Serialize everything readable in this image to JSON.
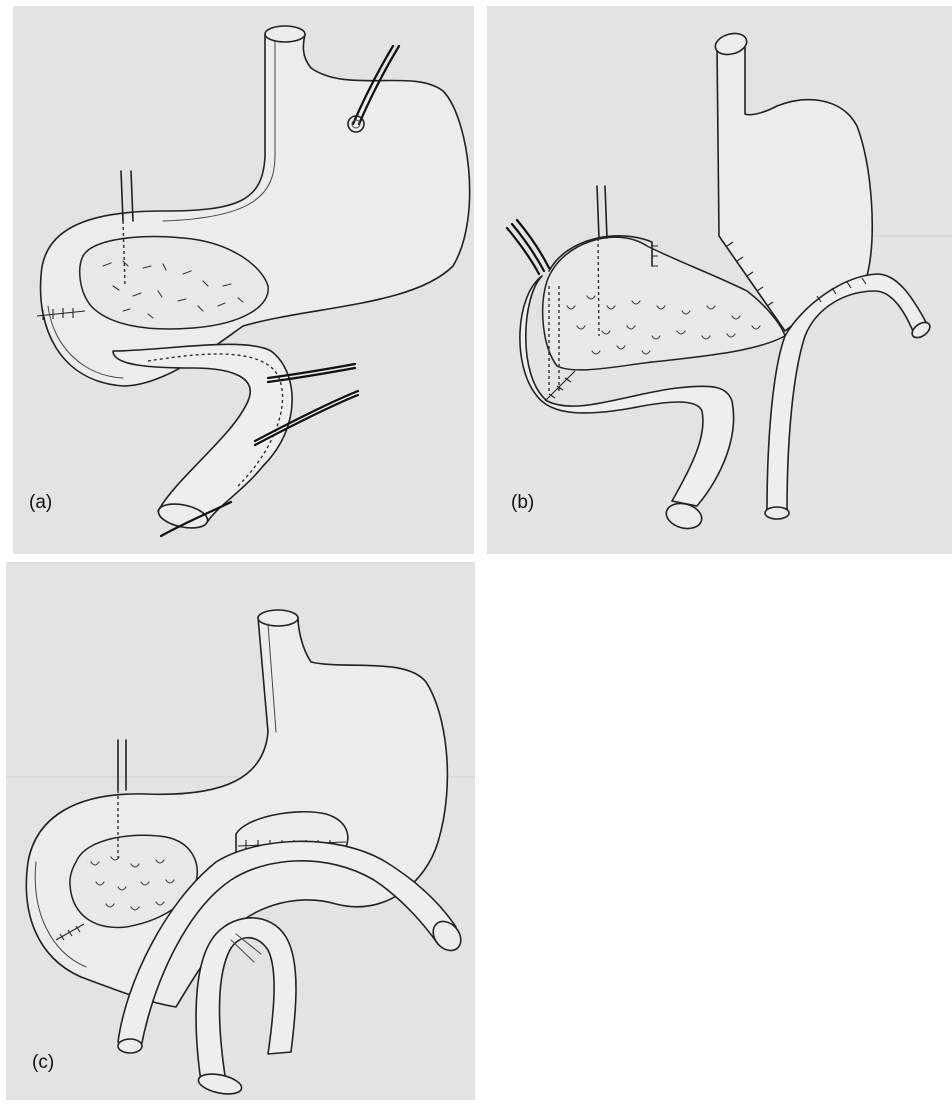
{
  "panels": [
    {
      "id": "a",
      "label": "(a)"
    },
    {
      "id": "b",
      "label": "(b)"
    },
    {
      "id": "c",
      "label": "(c)"
    }
  ],
  "colors": {
    "paper": "#e3e3e3",
    "ink": "#222222",
    "background": "#ffffff"
  }
}
